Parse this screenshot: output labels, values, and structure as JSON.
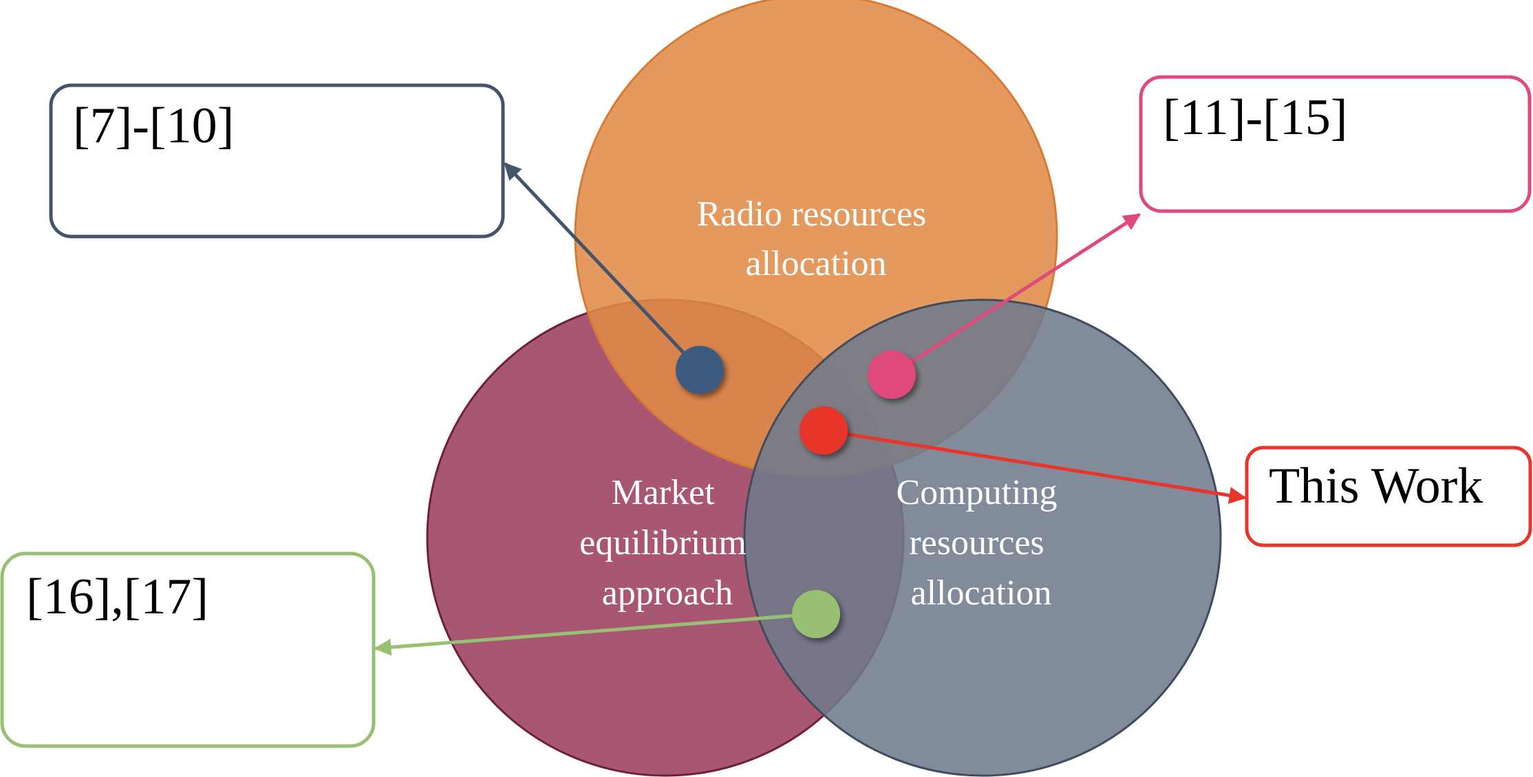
{
  "circles": {
    "radio": {
      "lines": [
        "Radio resources",
        "allocation"
      ],
      "color": "#e08b48",
      "stroke": "#d97a34"
    },
    "market": {
      "lines": [
        "Market",
        "equilibrium",
        "approach"
      ],
      "color": "#9c3f5e",
      "stroke": "#6e1f3a"
    },
    "computing": {
      "lines": [
        "Computing",
        "resources",
        "allocation"
      ],
      "color": "#6f7b8c",
      "stroke": "#3f4b5e"
    }
  },
  "references": {
    "radio_market": {
      "label": "[7]-[10]",
      "color": "#44546a"
    },
    "radio_computing": {
      "label": "[11]-[15]",
      "color": "#e0497c"
    },
    "all_three": {
      "label": "This Work",
      "color": "#e8342a"
    },
    "market_computing": {
      "label": "[16],[17]",
      "color": "#98c072"
    }
  }
}
